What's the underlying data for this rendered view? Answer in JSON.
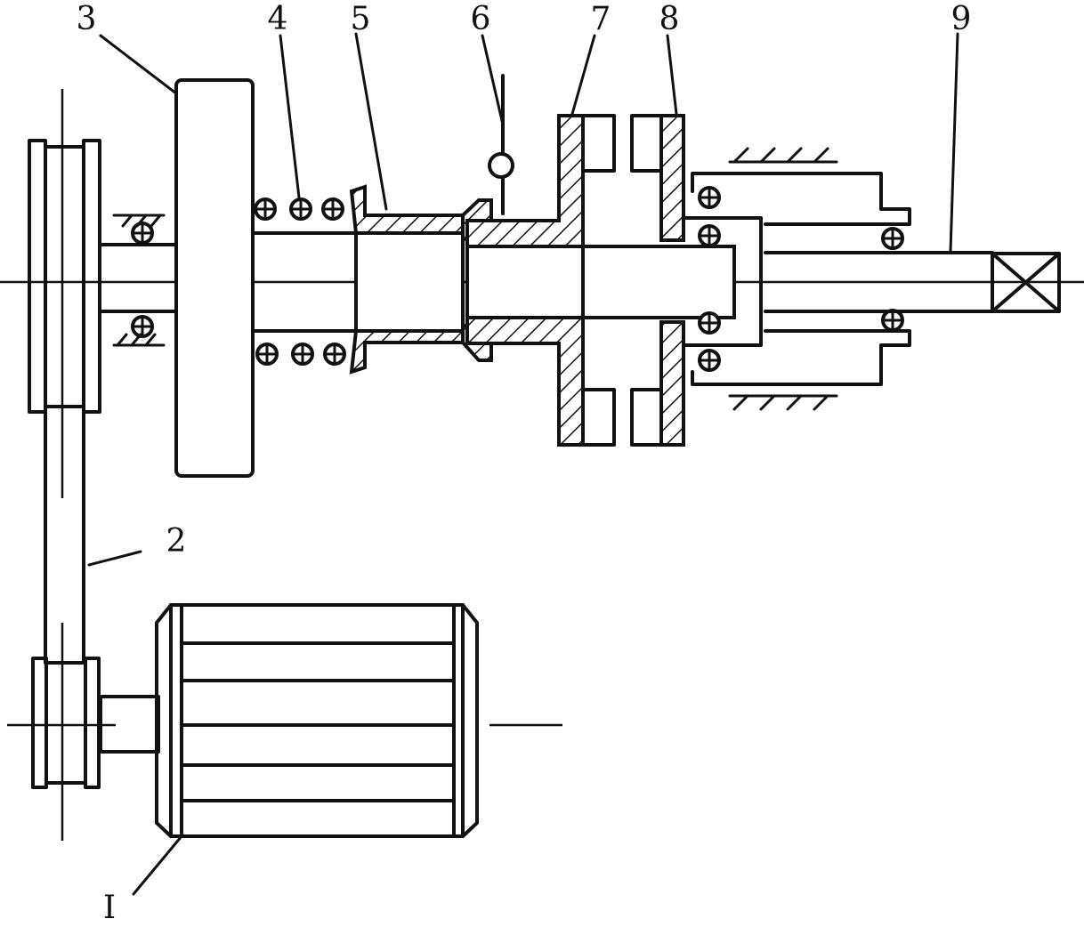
{
  "labels": {
    "motor": "I",
    "belt": "2",
    "flywheel": "3",
    "spring": "4",
    "sleeve": "5",
    "lever": "6",
    "clutch_left": "7",
    "clutch_right": "8",
    "output_shaft": "9"
  },
  "colors": {
    "ink": "#111111",
    "paper": "#ffffff"
  }
}
